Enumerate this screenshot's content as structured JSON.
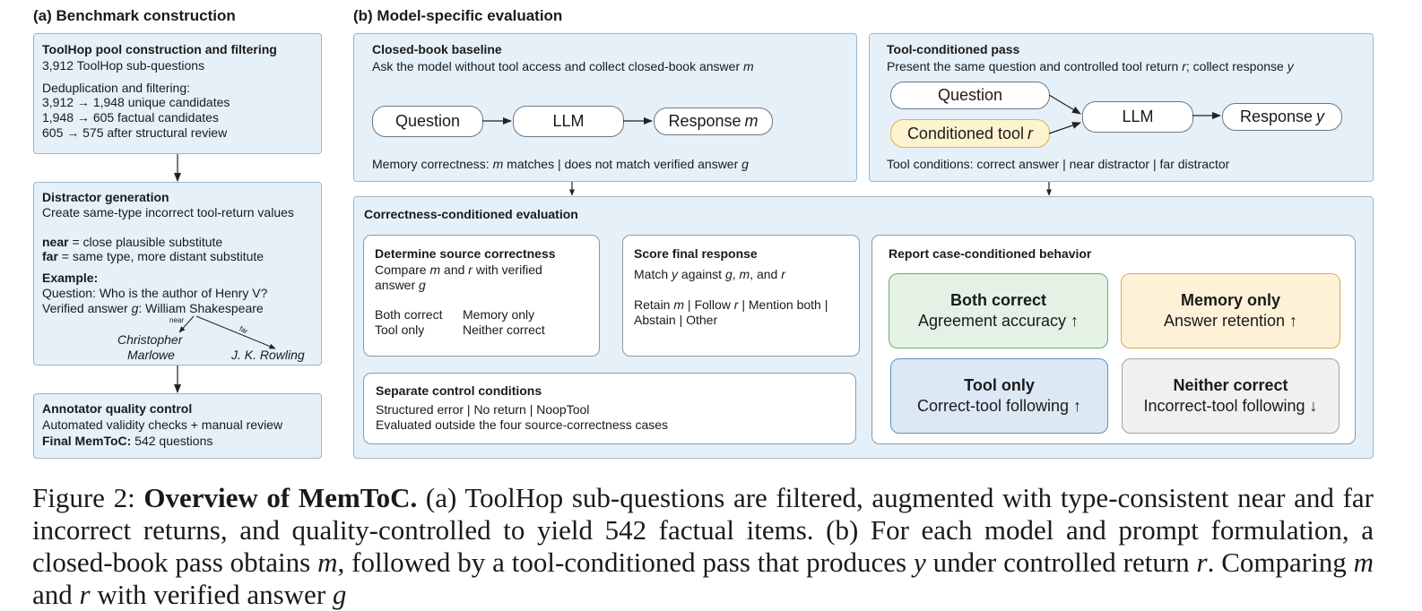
{
  "panel_a": {
    "title": "(a) Benchmark construction",
    "pool": {
      "heading": "ToolHop pool construction and filtering",
      "count": "3,912 ToolHop sub-questions",
      "dedup_label": "Deduplication and filtering:",
      "steps": [
        "3,912 → 1,948 unique candidates",
        "1,948 → 605 factual candidates",
        "605 → 575 after structural review"
      ]
    },
    "distractor": {
      "heading": "Distractor generation",
      "desc": "Create same-type incorrect tool-return values",
      "near_key": "near",
      "near_val": " = close plausible substitute",
      "far_key": "far",
      "far_val": " = same type, more distant substitute",
      "example_label": "Example:",
      "question": "Question: Who is the author of Henry V?",
      "verified_prefix": "Verified answer ",
      "verified_var": "g",
      "verified_suffix": ": William Shakespeare",
      "near_tag": "near",
      "far_tag": "far",
      "near_answer_1": "Christopher",
      "near_answer_2": "Marlowe",
      "far_answer": "J. K. Rowling"
    },
    "annotator": {
      "heading": "Annotator quality control",
      "desc": "Automated validity checks + manual review",
      "final_label": "Final MemToC:",
      "final_value": " 542 questions"
    }
  },
  "panel_b": {
    "title": "(b) Model-specific evaluation",
    "closed_book": {
      "heading": "Closed-book baseline",
      "desc": "Ask the model without tool access and collect closed-book answer ",
      "desc_var": "m",
      "question": "Question",
      "llm": "LLM",
      "response": "Response ",
      "response_var": "m",
      "footer_prefix": "Memory correctness: ",
      "footer_var": "m",
      "footer_suffix": " matches | does not match verified answer ",
      "footer_var2": "g"
    },
    "tool_pass": {
      "heading": "Tool-conditioned pass",
      "desc_1": "Present the same question and controlled tool return ",
      "desc_var1": "r",
      "desc_2": "; collect response ",
      "desc_var2": "y",
      "question": "Question",
      "tool": "Conditioned tool ",
      "tool_var": "r",
      "llm": "LLM",
      "response": "Response ",
      "response_var": "y",
      "footer": "Tool conditions: correct answer | near distractor | far distractor"
    },
    "evaluation": {
      "heading": "Correctness-conditioned evaluation",
      "source": {
        "heading": "Determine source correctness",
        "l1_a": "Compare ",
        "l1_m": "m",
        "l1_b": " and ",
        "l1_r": "r",
        "l1_c": " with verified",
        "l2_a": "answer ",
        "l2_g": "g",
        "opt_1": "Both correct",
        "opt_2": "Memory only",
        "opt_3": "Tool only",
        "opt_4": "Neither correct"
      },
      "score": {
        "heading": "Score final response",
        "l1_a": "Match ",
        "l1_y": "y",
        "l1_b": " against ",
        "l1_g": "g",
        "l1_c": ", ",
        "l1_m": "m",
        "l1_d": ", and ",
        "l1_r": "r",
        "l2_a": "Retain ",
        "l2_m": "m",
        "l2_b": " | Follow ",
        "l2_r": "r",
        "l2_c": " | Mention both |",
        "l3": "Abstain | Other"
      },
      "control": {
        "heading": "Separate control conditions",
        "l1": "Structured error | No return | NoopTool",
        "l2": "Evaluated outside the four source-correctness cases"
      },
      "report": {
        "heading": "Report case-conditioned behavior",
        "cases": [
          {
            "title": "Both correct",
            "metric": "Agreement accuracy ↑"
          },
          {
            "title": "Memory only",
            "metric": "Answer retention ↑"
          },
          {
            "title": "Tool only",
            "metric": "Correct-tool following ↑"
          },
          {
            "title": "Neither correct",
            "metric": "Incorrect-tool following ↓"
          }
        ]
      }
    }
  },
  "caption": {
    "label": "Figure 2: ",
    "bold": "Overview of MemToC.",
    "text_1": " (a) ToolHop sub-questions are filtered, augmented with type-consistent near and far incorrect returns, and quality-controlled to yield 542 factual items. (b) For each model and prompt formulation, a closed-book pass obtains ",
    "var_m": "m",
    "text_2": ", followed by a tool-conditioned pass that produces ",
    "var_y": "y",
    "text_3": " under controlled return ",
    "var_r": "r",
    "text_4": ". Comparing ",
    "var_m2": "m",
    "text_5": " and ",
    "var_r2": "r",
    "text_6": " with verified answer ",
    "var_g": "g"
  },
  "colors": {
    "panel_fill": "#e6f0f8",
    "panel_border": "#9fb6c8",
    "both_correct": "#e4f2e6",
    "memory_only": "#fdf1d8",
    "tool_only": "#dce9f5",
    "neither_correct": "#eef0f2",
    "conditioned_tool": "#fdf3cf"
  }
}
